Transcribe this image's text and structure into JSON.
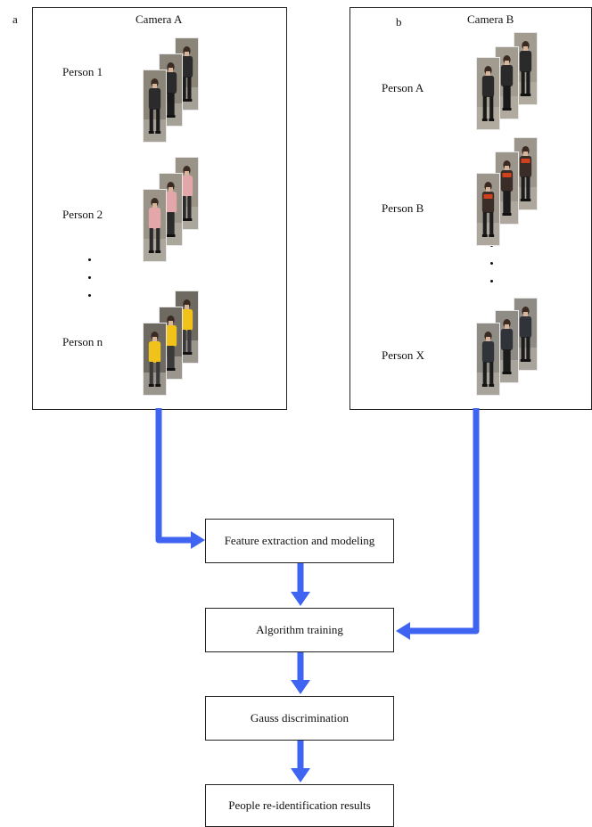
{
  "panel_a": {
    "letter": "a",
    "title": "Camera A",
    "persons": [
      {
        "label": "Person 1",
        "coat": "#2b2b2b",
        "pants": "#1c1c1c",
        "bg": "#8b8478"
      },
      {
        "label": "Person 2",
        "coat": "#e3a7a9",
        "pants": "#2a2a2a",
        "bg": "#9a9388"
      },
      {
        "label": "Person n",
        "coat": "#f0c21a",
        "pants": "#3a3a3a",
        "bg": "#6e6a62"
      }
    ]
  },
  "panel_b": {
    "letter": "b",
    "title": "Camera B",
    "persons": [
      {
        "label": "Person A",
        "coat": "#2a2a2a",
        "pants": "#1a1a1a",
        "bg": "#a29b90"
      },
      {
        "label": "Person B",
        "coat": "#3a2d28",
        "pants": "#1d1d1d",
        "bg": "#9b958b",
        "scarf": "#d0411e"
      },
      {
        "label": "Person X",
        "coat": "#30343a",
        "pants": "#1c1c1c",
        "bg": "#8f8c85"
      }
    ]
  },
  "flow": {
    "steps": [
      "Feature extraction and modeling",
      "Algorithm training",
      "Gauss discrimination",
      "People re-identification results"
    ],
    "arrow_color": "#3f64f2"
  }
}
